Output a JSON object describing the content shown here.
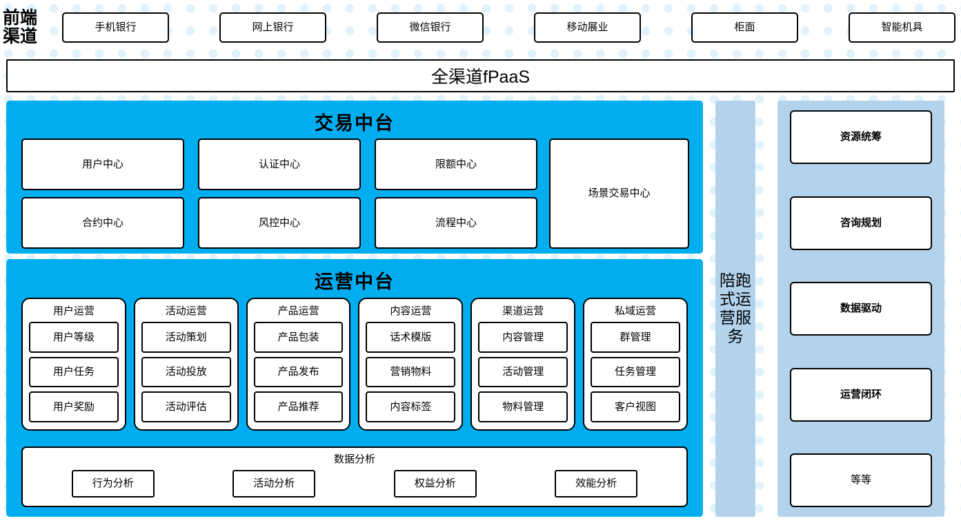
{
  "channels": {
    "label_lines": [
      "前端",
      "渠道"
    ],
    "items": [
      {
        "label": "手机银行"
      },
      {
        "label": "网上银行"
      },
      {
        "label": "微信银行"
      },
      {
        "label": "移动展业"
      },
      {
        "label": "柜面"
      },
      {
        "label": "智能机具"
      }
    ]
  },
  "fpaas": {
    "label": "全渠道fPaaS"
  },
  "transaction_platform": {
    "title": "交易中台",
    "grid_items": [
      {
        "label": "用户中心"
      },
      {
        "label": "认证中心"
      },
      {
        "label": "限额中心"
      },
      {
        "label": "合约中心"
      },
      {
        "label": "风控中心"
      },
      {
        "label": "流程中心"
      }
    ],
    "scene_box": {
      "label": "场景交易中心"
    }
  },
  "operations_platform": {
    "title": "运营中台",
    "groups": [
      {
        "title": "用户运营",
        "items": [
          {
            "label": "用户等级"
          },
          {
            "label": "用户任务"
          },
          {
            "label": "用户奖励"
          }
        ]
      },
      {
        "title": "活动运营",
        "items": [
          {
            "label": "活动策划"
          },
          {
            "label": "活动投放"
          },
          {
            "label": "活动评估"
          }
        ]
      },
      {
        "title": "产品运营",
        "items": [
          {
            "label": "产品包装"
          },
          {
            "label": "产品发布"
          },
          {
            "label": "产品推荐"
          }
        ]
      },
      {
        "title": "内容运营",
        "items": [
          {
            "label": "话术模版"
          },
          {
            "label": "营销物料"
          },
          {
            "label": "内容标签"
          }
        ]
      },
      {
        "title": "渠道运营",
        "items": [
          {
            "label": "内容管理"
          },
          {
            "label": "活动管理"
          },
          {
            "label": "物料管理"
          }
        ]
      },
      {
        "title": "私域运营",
        "items": [
          {
            "label": "群管理"
          },
          {
            "label": "任务管理"
          },
          {
            "label": "客户视图"
          }
        ]
      }
    ],
    "data_analysis": {
      "title": "数据分析",
      "items": [
        {
          "label": "行为分析"
        },
        {
          "label": "活动分析"
        },
        {
          "label": "权益分析"
        },
        {
          "label": "效能分析"
        }
      ]
    }
  },
  "service_bar": {
    "label": "陪跑式运营服务",
    "lines": [
      "陪跑",
      "式运",
      "营服",
      "务"
    ]
  },
  "capabilities": {
    "items": [
      {
        "label": "资源统筹",
        "bold": true
      },
      {
        "label": "咨询规划",
        "bold": true
      },
      {
        "label": "数据驱动",
        "bold": true
      },
      {
        "label": "运营闭环",
        "bold": true
      },
      {
        "label": "等等",
        "bold": false
      }
    ]
  },
  "colors": {
    "platform_cyan": "#00adef",
    "service_blue": "#b3d3ec",
    "box_white": "#ffffff",
    "border_black": "#000000",
    "dot_blue": "#e1f2fc"
  }
}
